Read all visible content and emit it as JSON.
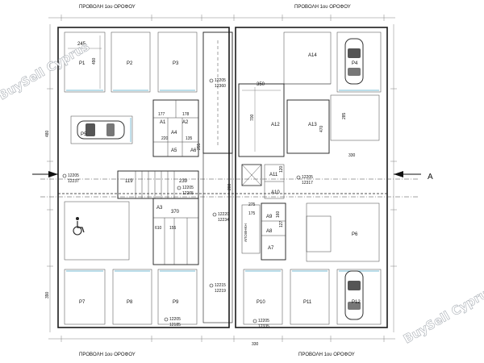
{
  "projection_labels": {
    "top_left": "ΠΡΟΒΟΛΗ 1ου ΟΡΟΦΟΥ",
    "top_right": "ΠΡΟΒΟΛΗ 1ου ΟΡΟΦΟΥ",
    "bottom_left": "ΠΡΟΒΟΛΗ 1ου ΟΡΟΦΟΥ",
    "bottom_right": "ΠΡΟΒΟΛΗ 1ου ΟΡΟΦΟΥ"
  },
  "section_marker": "A",
  "parking_spaces": [
    "P1",
    "P2",
    "P3",
    "P4",
    "P5",
    "P6",
    "P7",
    "P8",
    "P9",
    "P10",
    "P11",
    "P12"
  ],
  "rooms": [
    "A1",
    "A2",
    "A3",
    "A4",
    "A5",
    "A6",
    "A7",
    "A8",
    "A9",
    "A10",
    "A11",
    "A12",
    "A13",
    "A14"
  ],
  "dimensions": [
    "245",
    "490",
    "350",
    "700",
    "470",
    "285",
    "330",
    "177",
    "178",
    "220",
    "135",
    "255",
    "119",
    "239",
    "370",
    "155",
    "275",
    "610",
    "175",
    "127",
    "160",
    "120",
    "480",
    "330",
    "390",
    "200"
  ],
  "levels": {
    "l1a": "12205",
    "l1b": "12360",
    "l2a": "12205",
    "l2b": "12237",
    "l3a": "12205",
    "l3b": "12317",
    "l4a": "12205",
    "l4b": "12265",
    "l5a": "12220",
    "l5b": "12234",
    "l6a": "12215",
    "l6b": "12219",
    "l7a": "12205",
    "l7b": "12185",
    "l8a": "12205",
    "l8b": "12335"
  },
  "labels": {
    "storage_vertical": "ΑΠΟΘΗΚΗ"
  },
  "watermarks": [
    "BuySell Cyprus",
    "BuySell Cyprus"
  ],
  "colors": {
    "line": "#1b1b1b",
    "car": "#333333",
    "accent_outline": "#4aa6c8",
    "watermark_stroke": "#9aa0a8"
  },
  "icons": [
    "car-icon",
    "wheelchair-icon",
    "stair-icon",
    "section-arrow-icon"
  ]
}
